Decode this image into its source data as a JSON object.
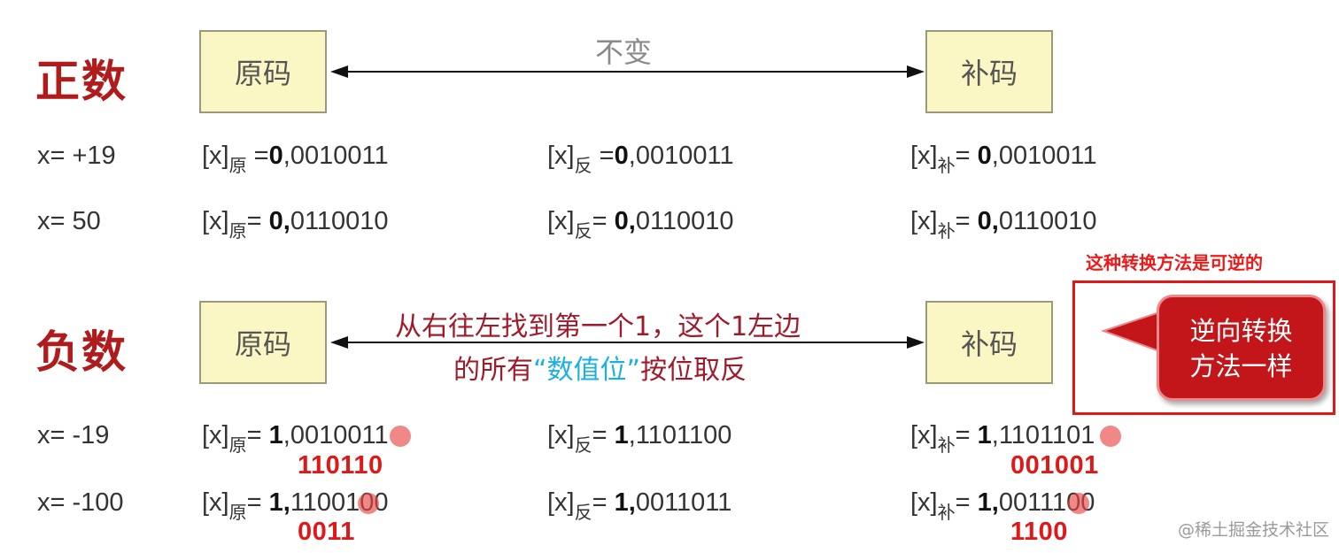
{
  "positive": {
    "title": "正数",
    "box_left": "原码",
    "box_right": "补码",
    "arrow_label": "不变",
    "rows": [
      {
        "x": "x= +19",
        "orig_pre": "[x]",
        "orig_sub": "原",
        "orig_eq": " =",
        "orig_sign": "0",
        "orig_rest": ",0010011",
        "inv_pre": "[x]",
        "inv_sub": "反",
        "inv_eq": " =",
        "inv_sign": "0",
        "inv_rest": ",0010011",
        "comp_pre": "[x]",
        "comp_sub": "补",
        "comp_eq": "= ",
        "comp_sign": "0",
        "comp_rest": ",0010011"
      },
      {
        "x": "x= 50",
        "orig_pre": "[x]",
        "orig_sub": "原",
        "orig_eq": "= ",
        "orig_sign": "0,",
        "orig_rest": "0110010",
        "inv_pre": "[x]",
        "inv_sub": "反",
        "inv_eq": "= ",
        "inv_sign": "0,",
        "inv_rest": "0110010",
        "comp_pre": "[x]",
        "comp_sub": "补",
        "comp_eq": "= ",
        "comp_sign": "0,",
        "comp_rest": "0110010"
      }
    ]
  },
  "negative": {
    "title": "负数",
    "box_left": "原码",
    "box_right": "补码",
    "arrow_label_line1": "从右往左找到第一个1，这个1左边",
    "arrow_label_line2_a": "的所有",
    "arrow_label_line2_b": "“数值位”",
    "arrow_label_line2_c": "按位取反",
    "rows": [
      {
        "x": "x= -19",
        "orig_pre": "[x]",
        "orig_sub": "原",
        "orig_eq": "= ",
        "orig_sign": "1",
        "orig_rest": ",0010011",
        "inv_pre": "[x]",
        "inv_sub": "反",
        "inv_eq": "= ",
        "inv_sign": "1",
        "inv_rest": ",1101100",
        "comp_pre": "[x]",
        "comp_sub": "补",
        "comp_eq": "= ",
        "comp_sign": "1",
        "comp_rest": ",1101101",
        "orig_note": "110110",
        "comp_note": "001001"
      },
      {
        "x": "x= -100",
        "orig_pre": "[x]",
        "orig_sub": "原",
        "orig_eq": "= ",
        "orig_sign": "1,",
        "orig_rest": "1100100",
        "inv_pre": "[x]",
        "inv_sub": "反",
        "inv_eq": "= ",
        "inv_sign": "1,",
        "inv_rest": "0011011",
        "comp_pre": "[x]",
        "comp_sub": "补",
        "comp_eq": "= ",
        "comp_sign": "1,",
        "comp_rest": "0011100",
        "orig_note": "0011",
        "comp_note": "1100"
      }
    ]
  },
  "note": {
    "title": "这种转换方法是可逆的",
    "callout_line1": "逆向转换",
    "callout_line2": "方法一样"
  },
  "watermark": "@稀土掘金技术社区",
  "colors": {
    "accent_red": "#b01c1c",
    "note_red": "#e01818",
    "box_fill": "#fbf7c4",
    "highlight_blue": "#1ab0e0"
  }
}
